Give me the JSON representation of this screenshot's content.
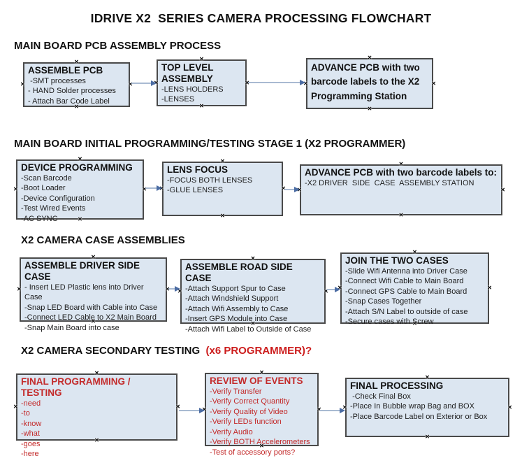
{
  "title": "IDRIVE X2  SERIES CAMERA PROCESSING FLOWCHART",
  "icons": {
    "connector_handle": "✕"
  },
  "colors": {
    "box_fill": "#dce6f1",
    "box_border": "#4a4a4a",
    "arrow_line": "#a9bad2",
    "arrow_head": "#4b6ca3",
    "red_heading": "#cc1c1c",
    "red_text": "#c32a2a"
  },
  "sections": [
    {
      "heading": "MAIN BOARD PCB ASSEMBLY PROCESS",
      "heading_red": "",
      "boxes": [
        {
          "red": false,
          "title": "ASSEMBLE PCB",
          "items": [
            " -SMT processes",
            "- HAND Solder processes",
            "- Attach Bar Code Label"
          ]
        },
        {
          "red": false,
          "title": "TOP LEVEL ASSEMBLY",
          "items": [
            "-LENS HOLDERS",
            "-LENSES"
          ]
        },
        {
          "red": false,
          "title": "ADVANCE PCB with two barcode labels to the X2 Programming Station",
          "items": []
        }
      ]
    },
    {
      "heading": "MAIN BOARD INITIAL PROGRAMMING/TESTING STAGE 1 (X2 PROGRAMMER)",
      "heading_red": "",
      "boxes": [
        {
          "red": false,
          "title": "DEVICE PROGRAMMING",
          "items": [
            "-Scan Barcode",
            "-Boot Loader",
            "-Device Configuration",
            "-Test Wired Events",
            "-AC SYNC"
          ]
        },
        {
          "red": false,
          "title": "LENS FOCUS",
          "items": [
            "-FOCUS BOTH LENSES",
            "-GLUE LENSES"
          ]
        },
        {
          "red": false,
          "title": "ADVANCE PCB with two barcode labels to:",
          "items": [
            "-X2 DRIVER  SIDE  CASE  ASSEMBLY STATION"
          ]
        }
      ]
    },
    {
      "heading": "X2 CAMERA CASE ASSEMBLIES",
      "heading_red": "",
      "boxes": [
        {
          "red": false,
          "title": "ASSEMBLE DRIVER SIDE CASE",
          "items": [
            "- Insert LED Plastic lens into Driver Case",
            "-Snap LED Board with Cable into Case",
            "-Connect LED Cable to X2 Main Board",
            "-Snap Main Board into case"
          ]
        },
        {
          "red": false,
          "title": "ASSEMBLE ROAD SIDE CASE",
          "items": [
            "-Attach Support Spur to Case",
            "-Attach Windshield Support",
            "-Attach Wifi Assembly to Case",
            "-Insert GPS Module into Case",
            "-Attach Wifi Label to Outside of Case"
          ]
        },
        {
          "red": false,
          "title": "JOIN THE TWO CASES",
          "items": [
            "-Slide Wifi Antenna into Driver Case",
            "-Connect Wifi Cable to Main Board",
            "-Connect GPS Cable to Main Board",
            "-Snap Cases Together",
            "-Attach S/N Label to outside of case",
            "-Secure cases with Screw"
          ]
        }
      ]
    },
    {
      "heading": "X2 CAMERA SECONDARY TESTING  ",
      "heading_red": "(x6 PROGRAMMER)?",
      "boxes": [
        {
          "red": true,
          "title": "FINAL PROGRAMMING / TESTING",
          "items": [
            "-need",
            "-to",
            "-know",
            "-what",
            "-goes",
            "-here"
          ]
        },
        {
          "red": true,
          "title": "REVIEW OF EVENTS",
          "items": [
            "-Verify Transfer",
            "-Verify Correct Quantity",
            "-Verify Quality of Video",
            "-Verify LEDs function",
            "-Verify Audio",
            "-Verify BOTH Accelerometers",
            "-Test of accessory ports?"
          ]
        },
        {
          "red": false,
          "title": "FINAL PROCESSING",
          "items": [
            " -Check Final Box",
            "-Place In Bubble wrap Bag and BOX",
            "-Place Barcode Label on Exterior or Box"
          ]
        }
      ]
    }
  ]
}
